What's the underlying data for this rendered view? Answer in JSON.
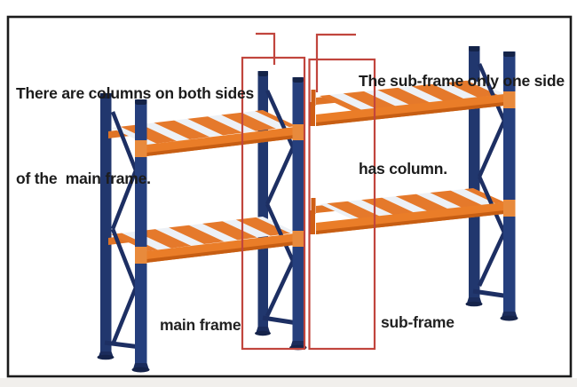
{
  "annotations": {
    "main_frame_note": {
      "line1": "There are columns on both sides",
      "line2": "of the  main frame."
    },
    "sub_frame_note": {
      "line1": "The sub-frame only one side",
      "line2": "has column."
    }
  },
  "labels": {
    "main_frame": "main frame",
    "sub_frame": "sub-frame"
  },
  "colors": {
    "column_navy": "#24396f",
    "column_navy_dark": "#1b2c5c",
    "brace_navy": "#1d2f63",
    "beam_orange": "#ea7d28",
    "beam_orange_dark": "#c75e13",
    "deck_light": "#edf1f6",
    "highlight_red": "#c1453d",
    "border_black": "#1b1b1b",
    "text_black": "#1c1c1c"
  }
}
